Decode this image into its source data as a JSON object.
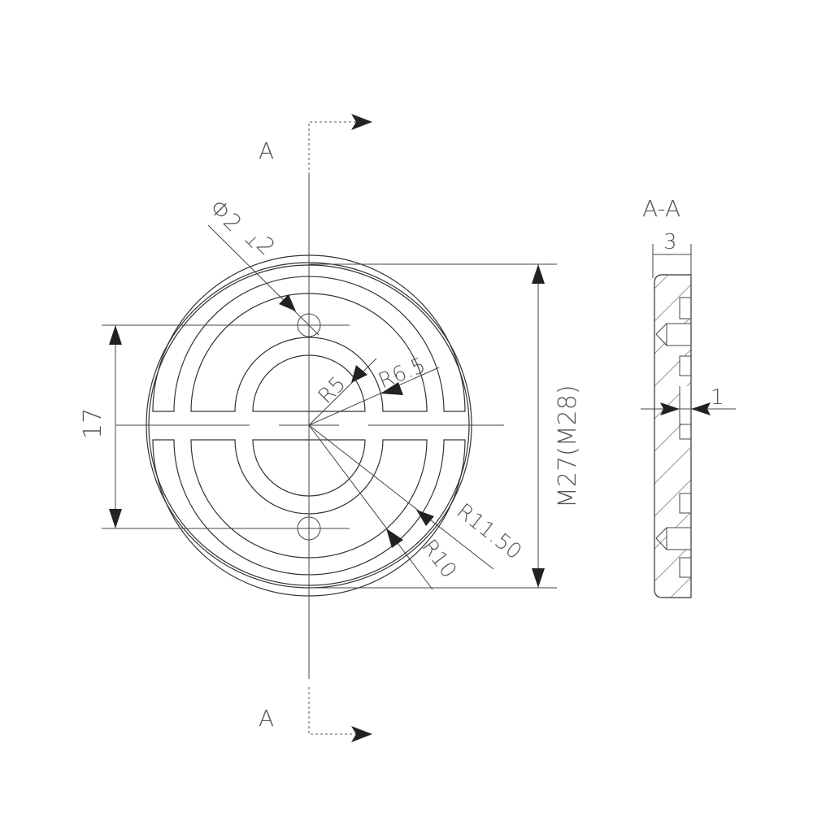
{
  "section_labels": {
    "top": "A",
    "bottom": "A",
    "section_view": "A-A"
  },
  "dimensions": {
    "hole": "Φ2",
    "hole_depth": "2",
    "hole_depth_symbol": "depth-symbol",
    "r_inner": "R5",
    "r_mid": "R6.5",
    "r_outer_slot": "R10",
    "r_outer": "R11.50",
    "hole_spacing": "17",
    "thread": "M27(M28)",
    "thickness": "3",
    "groove_depth": "1"
  },
  "colors": {
    "line": "#333333",
    "text": "#555555",
    "hatch": "#999999"
  }
}
